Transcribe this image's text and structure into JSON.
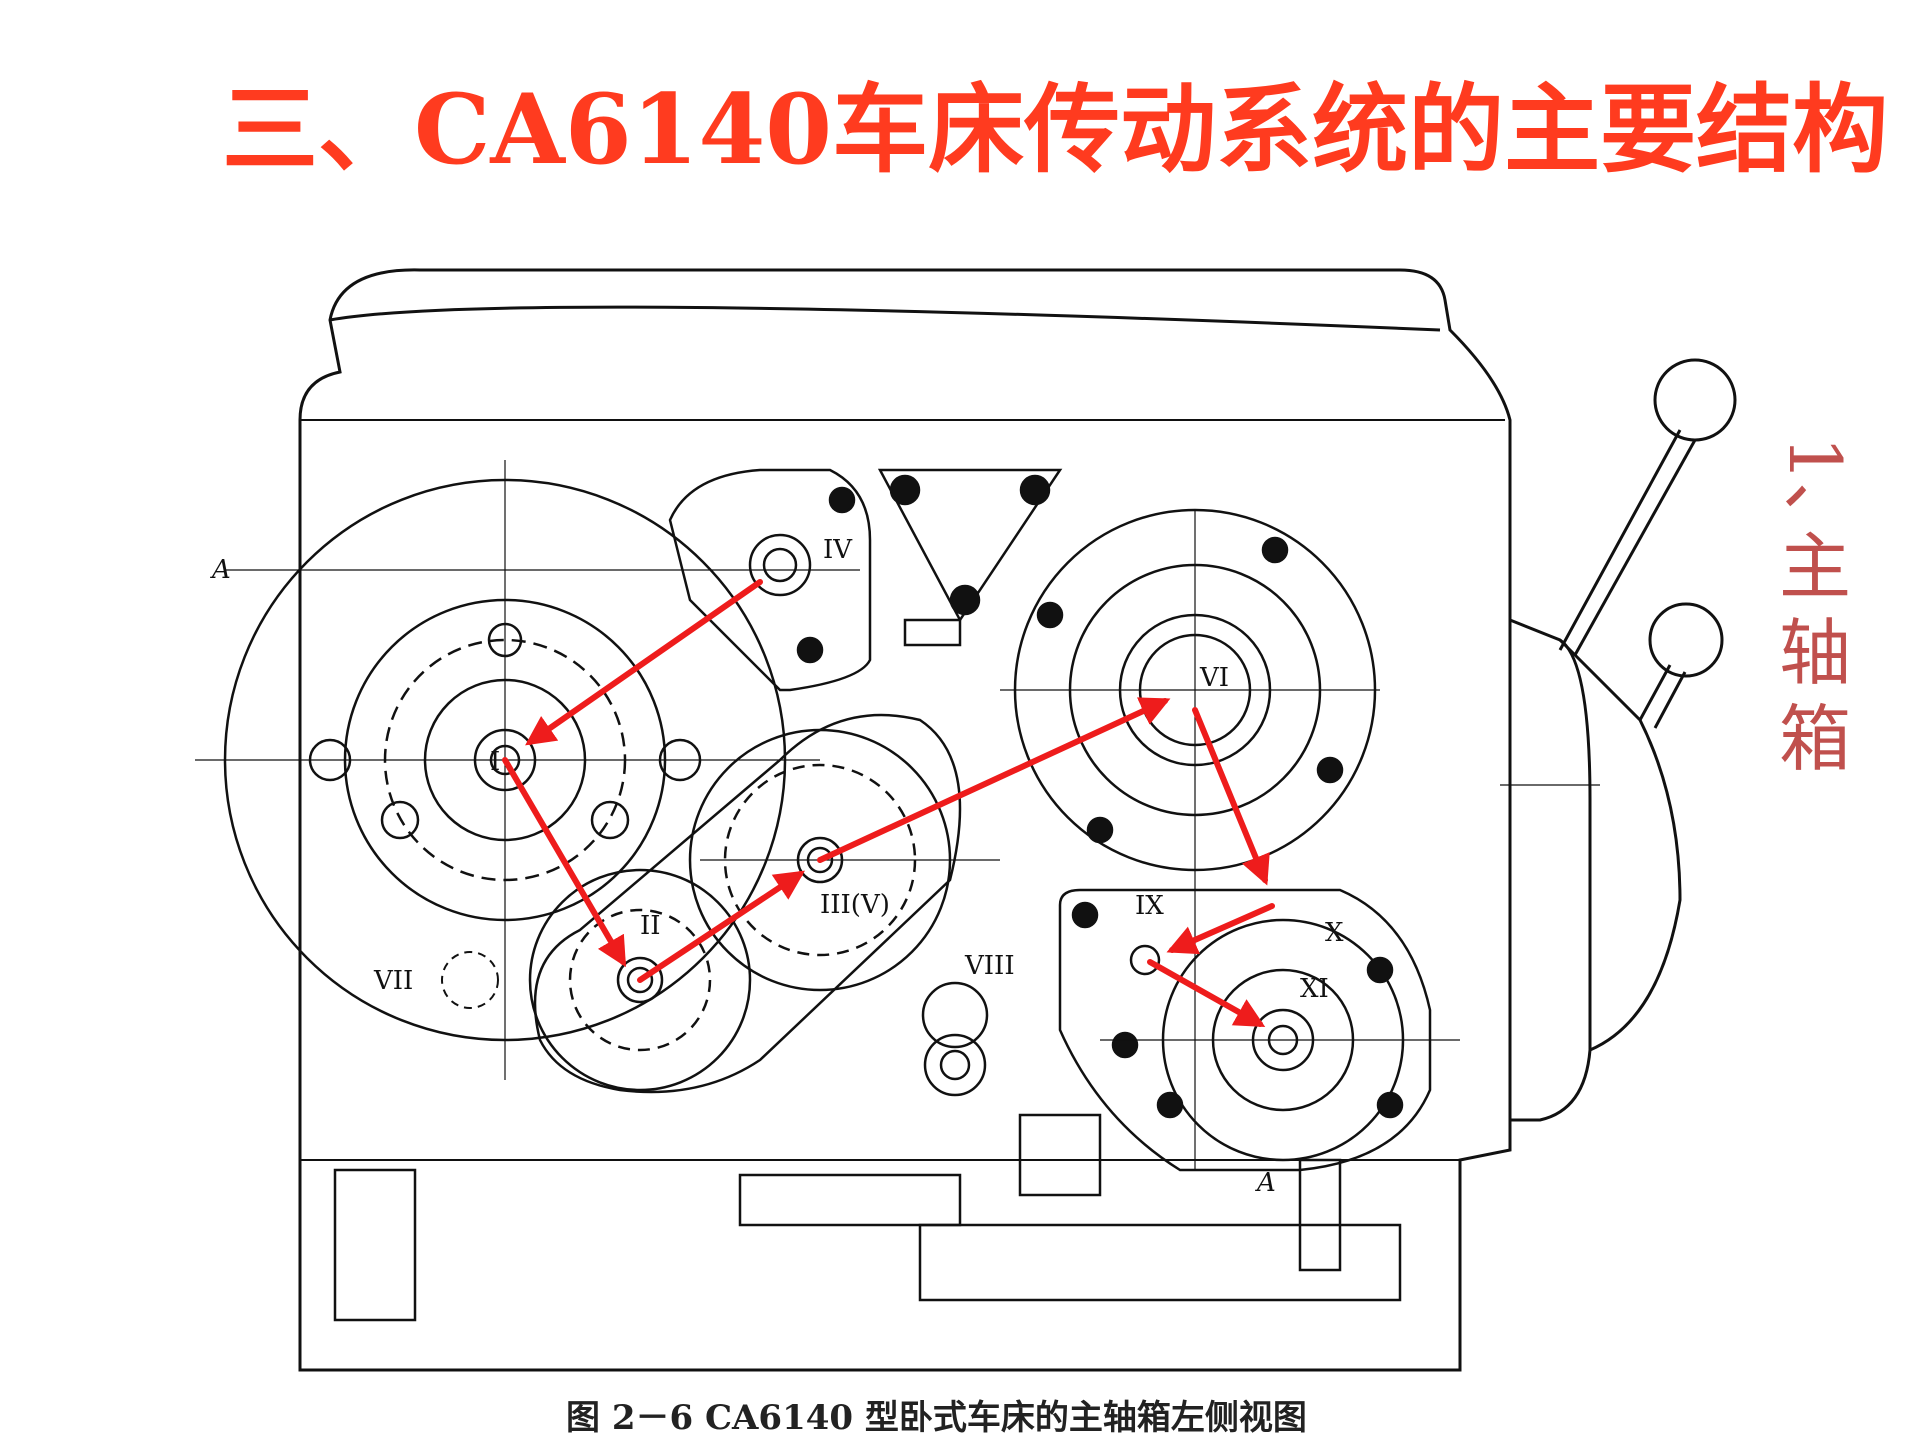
{
  "title": "三、CA6140车床传动系统的主要结构",
  "side_label": {
    "number": "1、",
    "chars": [
      "主",
      "轴",
      "箱"
    ]
  },
  "caption": "图 2－6   CA6140 型卧式车床的主轴箱左侧视图",
  "shaft_labels": {
    "i": "I",
    "ii": "II",
    "iii_v": "III(V)",
    "iv": "IV",
    "vi": "VI",
    "vii": "VII",
    "viii": "VIII",
    "ix": "IX",
    "x": "X",
    "xi": "XI",
    "a_top": "A",
    "a_bottom": "A"
  },
  "colors": {
    "title": "#ff3b1f",
    "side_label": "#c0504d",
    "arrow": "#ee1c1c",
    "line": "#111111"
  }
}
